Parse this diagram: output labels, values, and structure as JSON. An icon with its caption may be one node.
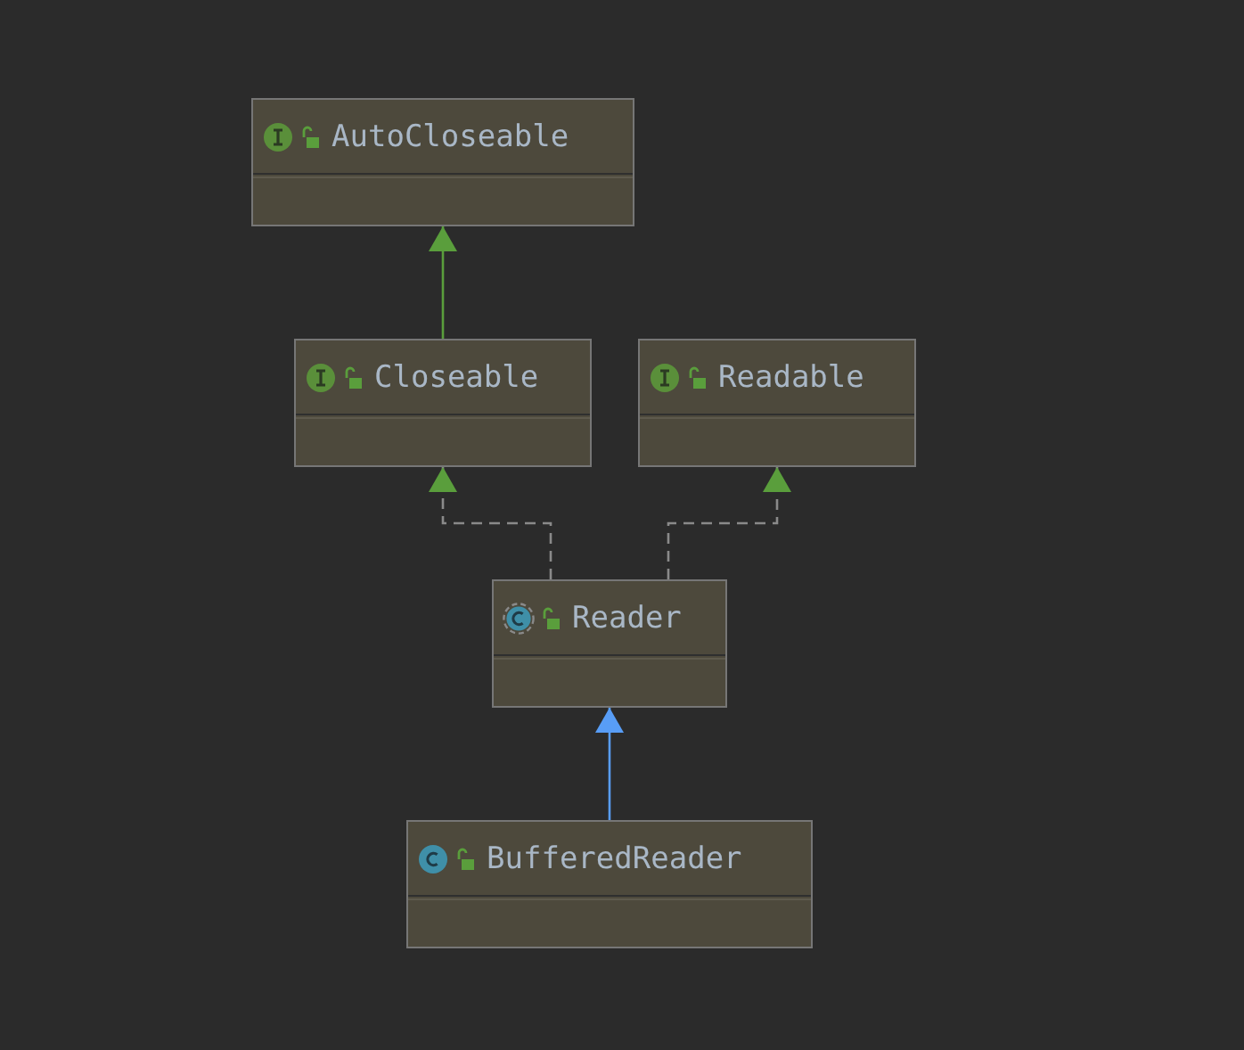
{
  "diagram": {
    "nodes": [
      {
        "text": [
          "AutoCloseable"
        ]
      },
      {
        "text": [
          "Closeable"
        ]
      },
      {
        "text": [
          "Readable"
        ]
      },
      {
        "text": [
          "Reader"
        ]
      },
      {
        "text": [
          "BufferedReader"
        ]
      }
    ],
    "edges": [
      {
        "from": 1,
        "to": 0,
        "arrow": "to"
      },
      {
        "from": 3,
        "to": 1,
        "arrow": "to",
        "style": "dashed"
      },
      {
        "from": 3,
        "to": 2,
        "arrow": "to",
        "style": "dashed"
      },
      {
        "from": 4,
        "to": 3,
        "arrow": "to",
        "color": "#589df6"
      }
    ]
  }
}
